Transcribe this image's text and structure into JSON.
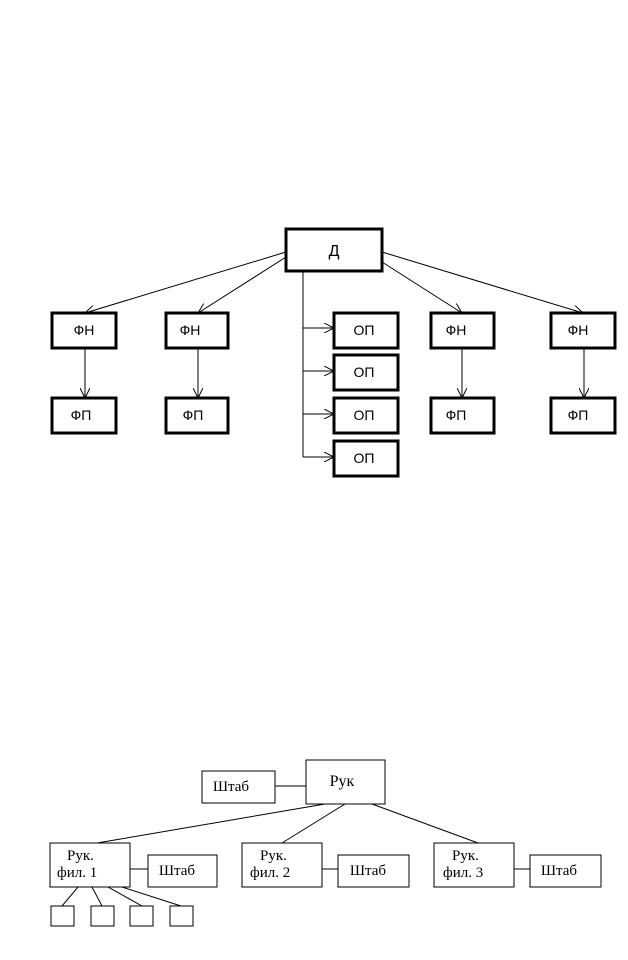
{
  "diagram_top": {
    "director": "Д",
    "functional_heads": [
      "ФН",
      "ФН",
      "ФН",
      "ФН"
    ],
    "functional_subs": [
      "ФП",
      "ФП",
      "ФП",
      "ФП"
    ],
    "ops": [
      "ОП",
      "ОП",
      "ОП",
      "ОП"
    ]
  },
  "diagram_bottom": {
    "head": "Рук",
    "head_staff": "Штаб",
    "branches": [
      {
        "line1": "Рук.",
        "line2": "фил. 1",
        "staff": "Штаб"
      },
      {
        "line1": "Рук.",
        "line2": "фил. 2",
        "staff": "Штаб"
      },
      {
        "line1": "Рук.",
        "line2": "фил. 3",
        "staff": "Штаб"
      }
    ]
  }
}
